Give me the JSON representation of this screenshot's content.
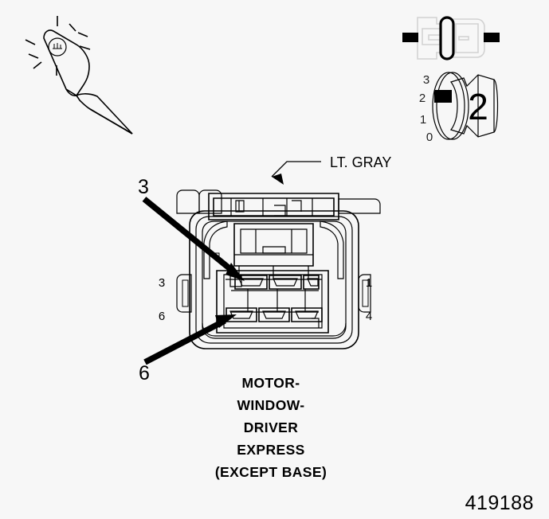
{
  "page": {
    "background_color": "#f7f7f7",
    "line_color": "#000000",
    "ghost_color": "#d2d2d2",
    "part_number": "419188"
  },
  "tool_icon": {
    "name": "terminal-removal-tool",
    "emblem": "tool-emblem"
  },
  "mating_symbol": {
    "name": "mated-connector-pair-symbol"
  },
  "cavity_gauge": {
    "name": "cavity-size-gauge",
    "scale_labels": [
      "3",
      "2",
      "1",
      "0"
    ],
    "marker_position_label": "2",
    "size_value": "2"
  },
  "connector": {
    "color_label": "LT. GRAY",
    "callouts": [
      {
        "label": "3"
      },
      {
        "label": "6"
      }
    ],
    "pin_numbers": {
      "left_top": "3",
      "left_bottom": "6",
      "right_top": "1",
      "right_bottom": "4"
    },
    "cavity_count": 6,
    "rows": 2,
    "columns": 3
  },
  "caption": {
    "lines": [
      "MOTOR-",
      "WINDOW-",
      "DRIVER",
      "EXPRESS",
      "(EXCEPT BASE)"
    ]
  }
}
